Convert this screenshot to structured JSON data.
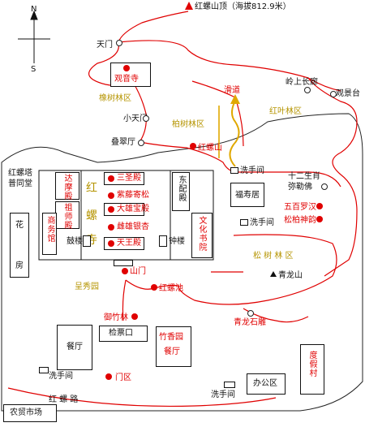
{
  "compass": {
    "north": "N",
    "south": "S"
  },
  "roads": {
    "wall_road": "红    螺    路"
  },
  "regions": {
    "xiangshu": "橡树林区",
    "baishu": "柏树林区",
    "hongye": "红叶林区",
    "songshu": "松  树  林 区",
    "chengxiu": "呈秀园"
  },
  "places": {
    "peak": "红螺山顶（海拔812.9米）",
    "tianmen": "天门",
    "guanyinsi": "观音寺",
    "lingshang": "岭上长廊",
    "guanjingtai": "观景台",
    "huadao": "滑道",
    "xiaotianmen": "小天门",
    "diecuiting": "叠翠厅",
    "hongluoshan": "红螺山",
    "xishoujian1": "洗手间",
    "fushouju": "福寿居",
    "xishoujian2": "洗手间",
    "shierSX": "十二生肖",
    "milefo": "弥勒佛",
    "wubailuohan": "五百罗汉",
    "songbaijing": "松柏神韵",
    "hongluota": "红螺塔",
    "putongtang": "普同堂",
    "damodian": "达摩殿",
    "zushidian": "祖师殿",
    "sanshengdian": "三圣殿",
    "zitengjisong": "紫藤寄松",
    "daxiongbaodian": "大雄宝殿",
    "cixiongyinxing": "雌雄银杏",
    "tianwangdian": "天王殿",
    "dongpeidian": "东配殿",
    "wenhuashuyuan": "文化书院",
    "gulou": "鼓楼",
    "zhonglou": "钟楼",
    "shangwuguan": "商务馆",
    "hua": "花",
    "fang": "房",
    "hongluosi_1": "红",
    "hongluosi_2": "螺",
    "hongluosi_3": "寺",
    "shanmen": "山门",
    "hongluochi": "红螺池",
    "qinglongshan": "青龙山",
    "qinglongshidiao": "青龙石雕",
    "yuzhulin": "御竹林",
    "jianpiaokou": "检票口",
    "canting": "餐厅",
    "zhuxiangyuan": "竹香园",
    "zhuxiangyuan_canting": "餐厅",
    "dujiacun": "度假村",
    "xishoujian3": "洗手间",
    "menqu": "门区",
    "xishoujian4": "洗手间",
    "bangongqu": "办公区",
    "nongmaoshichang": "农贸市场"
  },
  "colors": {
    "path": "#e00000",
    "slide": "#e0a800",
    "peak": "#e00000",
    "text_red": "#e00000",
    "text_yellow": "#b59400"
  }
}
